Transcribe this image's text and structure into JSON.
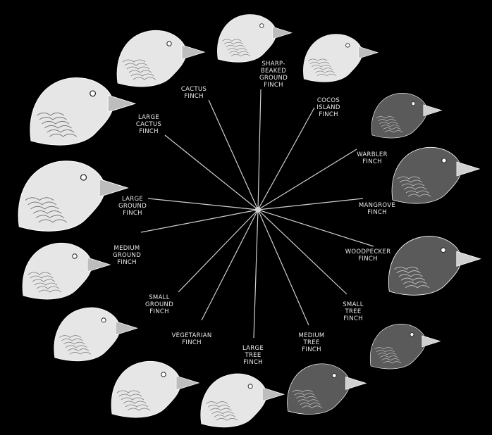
{
  "diagram": {
    "background": "#000000",
    "line_color": "#cfcfcf",
    "bird_color": "#e6e6e6",
    "finches": [
      {
        "id": "cactus",
        "lines": [
          "CACTUS",
          "FINCH"
        ],
        "icon": "finch-head-icon"
      },
      {
        "id": "sharp-beaked-ground",
        "lines": [
          "SHARP-",
          "BEAKED",
          "GROUND",
          "FINCH"
        ],
        "icon": "finch-head-icon"
      },
      {
        "id": "cocos-island",
        "lines": [
          "COCOS",
          "ISLAND",
          "FINCH"
        ],
        "icon": "finch-head-icon"
      },
      {
        "id": "warbler",
        "lines": [
          "WARBLER",
          "FINCH"
        ],
        "icon": "finch-head-icon"
      },
      {
        "id": "mangrove",
        "lines": [
          "MANGROVE",
          "FINCH"
        ],
        "icon": "finch-head-icon"
      },
      {
        "id": "woodpecker",
        "lines": [
          "WOODPECKER",
          "FINCH"
        ],
        "icon": "finch-head-icon"
      },
      {
        "id": "small-tree",
        "lines": [
          "SMALL",
          "TREE",
          "FINCH"
        ],
        "icon": "finch-head-icon"
      },
      {
        "id": "medium-tree",
        "lines": [
          "MEDIUM",
          "TREE",
          "FINCH"
        ],
        "icon": "finch-head-icon"
      },
      {
        "id": "large-tree",
        "lines": [
          "LARGE",
          "TREE",
          "FINCH"
        ],
        "icon": "finch-head-icon"
      },
      {
        "id": "vegetarian",
        "lines": [
          "VEGETARIAN",
          "FINCH"
        ],
        "icon": "finch-head-icon"
      },
      {
        "id": "small-ground",
        "lines": [
          "SMALL",
          "GROUND",
          "FINCH"
        ],
        "icon": "finch-head-icon"
      },
      {
        "id": "medium-ground",
        "lines": [
          "MEDIUM",
          "GROUND",
          "FINCH"
        ],
        "icon": "finch-head-icon"
      },
      {
        "id": "large-ground",
        "lines": [
          "LARGE",
          "GROUND",
          "FINCH"
        ],
        "icon": "finch-head-icon"
      },
      {
        "id": "large-cactus",
        "lines": [
          "LARGE",
          "CACTUS",
          "FINCH"
        ],
        "icon": "finch-head-icon"
      }
    ]
  }
}
